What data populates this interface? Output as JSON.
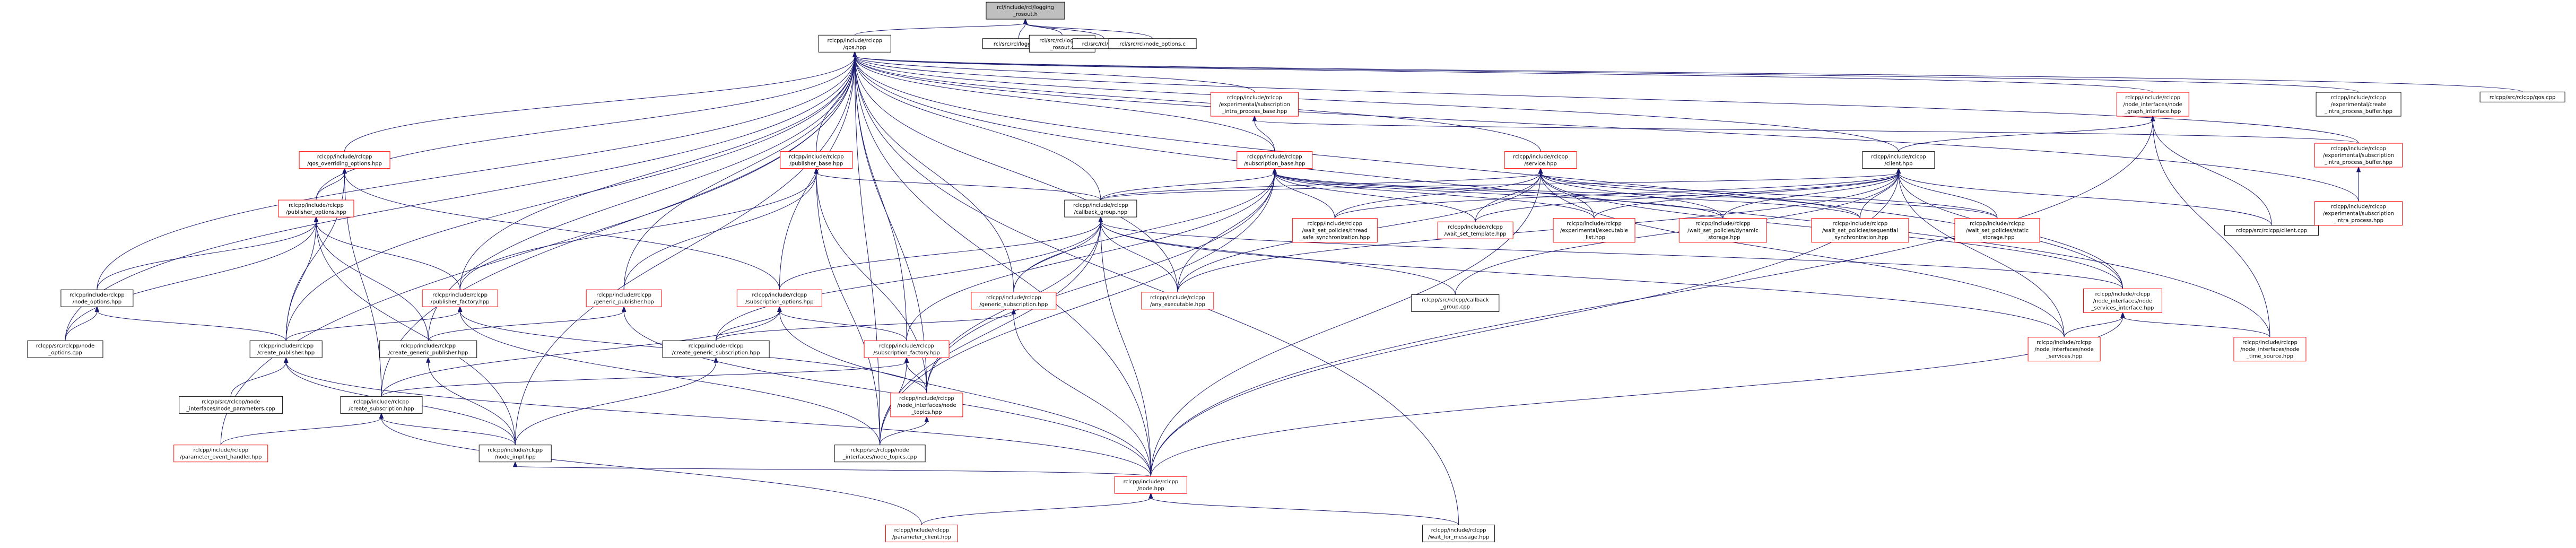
{
  "graph": {
    "palette": {
      "root_fill": "#bfbfbf",
      "root_stroke": "#000000",
      "node_fill": "#ffffff",
      "node_stroke_default": "#000000",
      "node_stroke_highlight": "#ff0000",
      "edge_color": "#191970"
    },
    "nodes": [
      {
        "id": "root",
        "lines": [
          "rcl/include/rcl/logging",
          "_rosout.h"
        ],
        "style": "root"
      },
      {
        "id": "rclcpp_macros",
        "lines": [
          "rclcpp/include/rclcpp",
          "/qos.hpp"
        ],
        "style": "black"
      },
      {
        "id": "rcl_logging_c",
        "lines": [
          "rcl/src/rcl/logging.c"
        ],
        "style": "black"
      },
      {
        "id": "rcl_logging_rosout_c",
        "lines": [
          "rcl/src/rcl/logging",
          "_rosout.c"
        ],
        "style": "black"
      },
      {
        "id": "rcl_node_c",
        "lines": [
          "rcl/src/rcl/node.c"
        ],
        "style": "black"
      },
      {
        "id": "rcl_node_options_c",
        "lines": [
          "rcl/src/rcl/node_options.c"
        ],
        "style": "black"
      },
      {
        "id": "exp_sub_intra_base",
        "lines": [
          "rclcpp/include/rclcpp",
          "/experimental/subscription",
          "_intra_process_base.hpp"
        ],
        "style": "red"
      },
      {
        "id": "ni_graph_interface",
        "lines": [
          "rclcpp/include/rclcpp",
          "/node_interfaces/node",
          "_graph_interface.hpp"
        ],
        "style": "red"
      },
      {
        "id": "exp_create_ipb",
        "lines": [
          "rclcpp/include/rclcpp",
          "/experimental/create",
          "_intra_process_buffer.hpp"
        ],
        "style": "black"
      },
      {
        "id": "qos_cpp",
        "lines": [
          "rclcpp/src/rclcpp/qos.cpp"
        ],
        "style": "black"
      },
      {
        "id": "qos_overriding",
        "lines": [
          "rclcpp/include/rclcpp",
          "/qos_overriding_options.hpp"
        ],
        "style": "red"
      },
      {
        "id": "publisher_base",
        "lines": [
          "rclcpp/include/rclcpp",
          "/publisher_base.hpp"
        ],
        "style": "red"
      },
      {
        "id": "subscription_base",
        "lines": [
          "rclcpp/include/rclcpp",
          "/subscription_base.hpp"
        ],
        "style": "red"
      },
      {
        "id": "service_hpp",
        "lines": [
          "rclcpp/include/rclcpp",
          "/service.hpp"
        ],
        "style": "red"
      },
      {
        "id": "client_hpp",
        "lines": [
          "rclcpp/include/rclcpp",
          "/client.hpp"
        ],
        "style": "black"
      },
      {
        "id": "exp_sub_ipb",
        "lines": [
          "rclcpp/include/rclcpp",
          "/experimental/subscription",
          "_intra_process_buffer.hpp"
        ],
        "style": "red"
      },
      {
        "id": "publisher_options",
        "lines": [
          "rclcpp/include/rclcpp",
          "/publisher_options.hpp"
        ],
        "style": "red"
      },
      {
        "id": "callback_group",
        "lines": [
          "rclcpp/include/rclcpp",
          "/callback_group.hpp"
        ],
        "style": "black"
      },
      {
        "id": "ws_thread_safe",
        "lines": [
          "rclcpp/include/rclcpp",
          "/wait_set_policies/thread",
          "_safe_synchronization.hpp"
        ],
        "style": "red"
      },
      {
        "id": "wait_set_template",
        "lines": [
          "rclcpp/include/rclcpp",
          "/wait_set_template.hpp"
        ],
        "style": "red"
      },
      {
        "id": "exp_executable_list",
        "lines": [
          "rclcpp/include/rclcpp",
          "/experimental/executable",
          "_list.hpp"
        ],
        "style": "red"
      },
      {
        "id": "ws_dynamic_storage",
        "lines": [
          "rclcpp/include/rclcpp",
          "/wait_set_policies/dynamic",
          "_storage.hpp"
        ],
        "style": "red"
      },
      {
        "id": "ws_sequential",
        "lines": [
          "rclcpp/include/rclcpp",
          "/wait_set_policies/sequential",
          "_synchronization.hpp"
        ],
        "style": "red"
      },
      {
        "id": "ws_static_storage",
        "lines": [
          "rclcpp/include/rclcpp",
          "/wait_set_policies/static",
          "_storage.hpp"
        ],
        "style": "red"
      },
      {
        "id": "client_cpp",
        "lines": [
          "rclcpp/src/rclcpp/client.cpp"
        ],
        "style": "black"
      },
      {
        "id": "exp_sub_intra",
        "lines": [
          "rclcpp/include/rclcpp",
          "/experimental/subscription",
          "_intra_process.hpp"
        ],
        "style": "red"
      },
      {
        "id": "node_options",
        "lines": [
          "rclcpp/include/rclcpp",
          "/node_options.hpp"
        ],
        "style": "black"
      },
      {
        "id": "publisher_factory",
        "lines": [
          "rclcpp/include/rclcpp",
          "/publisher_factory.hpp"
        ],
        "style": "red"
      },
      {
        "id": "generic_publisher",
        "lines": [
          "rclcpp/include/rclcpp",
          "/generic_publisher.hpp"
        ],
        "style": "red"
      },
      {
        "id": "subscription_options",
        "lines": [
          "rclcpp/include/rclcpp",
          "/subscription_options.hpp"
        ],
        "style": "red"
      },
      {
        "id": "generic_subscription",
        "lines": [
          "rclcpp/include/rclcpp",
          "/generic_subscription.hpp"
        ],
        "style": "red"
      },
      {
        "id": "any_executable",
        "lines": [
          "rclcpp/include/rclcpp",
          "/any_executable.hpp"
        ],
        "style": "red"
      },
      {
        "id": "callback_group_cpp",
        "lines": [
          "rclcpp/src/rclcpp/callback",
          "_group.cpp"
        ],
        "style": "black"
      },
      {
        "id": "ni_services_interface",
        "lines": [
          "rclcpp/include/rclcpp",
          "/node_interfaces/node",
          "_services_interface.hpp"
        ],
        "style": "red"
      },
      {
        "id": "node_options_cpp",
        "lines": [
          "rclcpp/src/rclcpp/node",
          "_options.cpp"
        ],
        "style": "black"
      },
      {
        "id": "create_publisher",
        "lines": [
          "rclcpp/include/rclcpp",
          "/create_publisher.hpp"
        ],
        "style": "black"
      },
      {
        "id": "create_generic_publisher",
        "lines": [
          "rclcpp/include/rclcpp",
          "/create_generic_publisher.hpp"
        ],
        "style": "black"
      },
      {
        "id": "create_generic_subscription",
        "lines": [
          "rclcpp/include/rclcpp",
          "/create_generic_subscription.hpp"
        ],
        "style": "black"
      },
      {
        "id": "subscription_factory",
        "lines": [
          "rclcpp/include/rclcpp",
          "/subscription_factory.hpp"
        ],
        "style": "red"
      },
      {
        "id": "ni_node_services",
        "lines": [
          "rclcpp/include/rclcpp",
          "/node_interfaces/node",
          "_services.hpp"
        ],
        "style": "red"
      },
      {
        "id": "ni_time_source",
        "lines": [
          "rclcpp/include/rclcpp",
          "/node_interfaces/node",
          "_time_source.hpp"
        ],
        "style": "red"
      },
      {
        "id": "node_params_cpp",
        "lines": [
          "rclcpp/src/rclcpp/node",
          "_interfaces/node_parameters.cpp"
        ],
        "style": "black"
      },
      {
        "id": "create_subscription",
        "lines": [
          "rclcpp/include/rclcpp",
          "/create_subscription.hpp"
        ],
        "style": "black"
      },
      {
        "id": "ni_node_topics",
        "lines": [
          "rclcpp/include/rclcpp",
          "/node_interfaces/node",
          "_topics.hpp"
        ],
        "style": "red"
      },
      {
        "id": "param_event_handler",
        "lines": [
          "rclcpp/include/rclcpp",
          "/parameter_event_handler.hpp"
        ],
        "style": "red"
      },
      {
        "id": "node_impl",
        "lines": [
          "rclcpp/include/rclcpp",
          "/node_impl.hpp"
        ],
        "style": "black"
      },
      {
        "id": "node_topics_cpp",
        "lines": [
          "rclcpp/src/rclcpp/node",
          "_interfaces/node_topics.cpp"
        ],
        "style": "black"
      },
      {
        "id": "node_hpp",
        "lines": [
          "rclcpp/include/rclcpp",
          "/node.hpp"
        ],
        "style": "red"
      },
      {
        "id": "parameter_client",
        "lines": [
          "rclcpp/include/rclcpp",
          "/parameter_client.hpp"
        ],
        "style": "red"
      },
      {
        "id": "wait_for_message",
        "lines": [
          "rclcpp/include/rclcpp",
          "/wait_for_message.hpp"
        ],
        "style": "black"
      }
    ],
    "edges": [
      [
        "root",
        "rclcpp_macros"
      ],
      [
        "root",
        "rcl_logging_c"
      ],
      [
        "root",
        "rcl_logging_rosout_c"
      ],
      [
        "root",
        "rcl_node_c"
      ],
      [
        "root",
        "rcl_node_options_c"
      ],
      [
        "rclcpp_macros",
        "exp_sub_intra_base"
      ],
      [
        "rclcpp_macros",
        "ni_graph_interface"
      ],
      [
        "rclcpp_macros",
        "exp_create_ipb"
      ],
      [
        "rclcpp_macros",
        "qos_cpp"
      ],
      [
        "rclcpp_macros",
        "qos_overriding"
      ],
      [
        "rclcpp_macros",
        "publisher_base"
      ],
      [
        "rclcpp_macros",
        "subscription_base"
      ],
      [
        "rclcpp_macros",
        "service_hpp"
      ],
      [
        "rclcpp_macros",
        "client_hpp"
      ],
      [
        "rclcpp_macros",
        "exp_sub_ipb"
      ],
      [
        "rclcpp_macros",
        "publisher_options"
      ],
      [
        "rclcpp_macros",
        "callback_group"
      ],
      [
        "rclcpp_macros",
        "node_options"
      ],
      [
        "rclcpp_macros",
        "publisher_factory"
      ],
      [
        "rclcpp_macros",
        "generic_publisher"
      ],
      [
        "rclcpp_macros",
        "subscription_options"
      ],
      [
        "rclcpp_macros",
        "generic_subscription"
      ],
      [
        "rclcpp_macros",
        "node_options_cpp"
      ],
      [
        "rclcpp_macros",
        "create_publisher"
      ],
      [
        "rclcpp_macros",
        "create_generic_publisher"
      ],
      [
        "rclcpp_macros",
        "subscription_factory"
      ],
      [
        "rclcpp_macros",
        "create_subscription"
      ],
      [
        "rclcpp_macros",
        "ni_node_topics"
      ],
      [
        "rclcpp_macros",
        "param_event_handler"
      ],
      [
        "rclcpp_macros",
        "node_impl"
      ],
      [
        "rclcpp_macros",
        "node_topics_cpp"
      ],
      [
        "rclcpp_macros",
        "node_hpp"
      ],
      [
        "rclcpp_macros",
        "exp_sub_intra"
      ],
      [
        "rclcpp_macros",
        "ni_time_source"
      ],
      [
        "rclcpp_macros",
        "wait_for_message"
      ],
      [
        "rclcpp_macros",
        "ni_services_interface"
      ],
      [
        "rclcpp_macros",
        "any_executable"
      ],
      [
        "exp_sub_intra_base",
        "subscription_base"
      ],
      [
        "exp_sub_intra_base",
        "exp_sub_ipb"
      ],
      [
        "ni_graph_interface",
        "client_hpp"
      ],
      [
        "ni_graph_interface",
        "ni_time_source"
      ],
      [
        "ni_graph_interface",
        "node_hpp"
      ],
      [
        "ni_graph_interface",
        "client_cpp"
      ],
      [
        "qos_overriding",
        "publisher_options"
      ],
      [
        "qos_overriding",
        "subscription_options"
      ],
      [
        "qos_overriding",
        "create_publisher"
      ],
      [
        "qos_overriding",
        "create_subscription"
      ],
      [
        "publisher_base",
        "callback_group"
      ],
      [
        "publisher_base",
        "publisher_factory"
      ],
      [
        "publisher_base",
        "generic_publisher"
      ],
      [
        "publisher_base",
        "ni_node_topics"
      ],
      [
        "publisher_base",
        "node_topics_cpp"
      ],
      [
        "subscription_base",
        "callback_group"
      ],
      [
        "subscription_base",
        "ws_thread_safe"
      ],
      [
        "subscription_base",
        "wait_set_template"
      ],
      [
        "subscription_base",
        "exp_executable_list"
      ],
      [
        "subscription_base",
        "ws_dynamic_storage"
      ],
      [
        "subscription_base",
        "ws_sequential"
      ],
      [
        "subscription_base",
        "ws_static_storage"
      ],
      [
        "subscription_base",
        "generic_subscription"
      ],
      [
        "subscription_base",
        "any_executable"
      ],
      [
        "subscription_base",
        "subscription_factory"
      ],
      [
        "subscription_base",
        "ni_node_topics"
      ],
      [
        "subscription_base",
        "node_topics_cpp"
      ],
      [
        "service_hpp",
        "callback_group"
      ],
      [
        "service_hpp",
        "ws_thread_safe"
      ],
      [
        "service_hpp",
        "wait_set_template"
      ],
      [
        "service_hpp",
        "exp_executable_list"
      ],
      [
        "service_hpp",
        "ws_dynamic_storage"
      ],
      [
        "service_hpp",
        "ws_sequential"
      ],
      [
        "service_hpp",
        "ws_static_storage"
      ],
      [
        "service_hpp",
        "any_executable"
      ],
      [
        "service_hpp",
        "ni_services_interface"
      ],
      [
        "service_hpp",
        "ni_node_services"
      ],
      [
        "service_hpp",
        "node_hpp"
      ],
      [
        "client_hpp",
        "callback_group"
      ],
      [
        "client_hpp",
        "ws_thread_safe"
      ],
      [
        "client_hpp",
        "wait_set_template"
      ],
      [
        "client_hpp",
        "exp_executable_list"
      ],
      [
        "client_hpp",
        "ws_dynamic_storage"
      ],
      [
        "client_hpp",
        "ws_sequential"
      ],
      [
        "client_hpp",
        "ws_static_storage"
      ],
      [
        "client_hpp",
        "client_cpp"
      ],
      [
        "client_hpp",
        "any_executable"
      ],
      [
        "client_hpp",
        "callback_group_cpp"
      ],
      [
        "client_hpp",
        "ni_services_interface"
      ],
      [
        "client_hpp",
        "ni_node_services"
      ],
      [
        "client_hpp",
        "node_hpp"
      ],
      [
        "exp_sub_ipb",
        "exp_sub_intra"
      ],
      [
        "publisher_options",
        "node_options"
      ],
      [
        "publisher_options",
        "publisher_factory"
      ],
      [
        "publisher_options",
        "create_publisher"
      ],
      [
        "publisher_options",
        "create_generic_publisher"
      ],
      [
        "publisher_options",
        "node_options_cpp"
      ],
      [
        "publisher_options",
        "node_impl"
      ],
      [
        "callback_group",
        "any_executable"
      ],
      [
        "callback_group",
        "callback_group_cpp"
      ],
      [
        "callback_group",
        "subscription_options"
      ],
      [
        "callback_group",
        "generic_subscription"
      ],
      [
        "callback_group",
        "ni_services_interface"
      ],
      [
        "callback_group",
        "ni_node_services"
      ],
      [
        "callback_group",
        "ni_node_topics"
      ],
      [
        "callback_group",
        "node_topics_cpp"
      ],
      [
        "callback_group",
        "node_hpp"
      ],
      [
        "callback_group",
        "create_generic_subscription"
      ],
      [
        "node_options",
        "node_options_cpp"
      ],
      [
        "node_options",
        "create_publisher"
      ],
      [
        "publisher_factory",
        "create_publisher"
      ],
      [
        "publisher_factory",
        "ni_node_topics"
      ],
      [
        "publisher_factory",
        "node_topics_cpp"
      ],
      [
        "generic_publisher",
        "create_generic_publisher"
      ],
      [
        "generic_publisher",
        "node_hpp"
      ],
      [
        "subscription_options",
        "create_generic_subscription"
      ],
      [
        "subscription_options",
        "subscription_factory"
      ],
      [
        "subscription_options",
        "create_subscription"
      ],
      [
        "subscription_options",
        "node_hpp"
      ],
      [
        "generic_subscription",
        "create_generic_subscription"
      ],
      [
        "generic_subscription",
        "node_hpp"
      ],
      [
        "ni_services_interface",
        "ni_node_services"
      ],
      [
        "ni_services_interface",
        "ni_time_source"
      ],
      [
        "ni_services_interface",
        "node_hpp"
      ],
      [
        "create_publisher",
        "node_params_cpp"
      ],
      [
        "create_publisher",
        "node_impl"
      ],
      [
        "create_publisher",
        "node_hpp"
      ],
      [
        "create_generic_publisher",
        "node_impl"
      ],
      [
        "create_generic_subscription",
        "node_impl"
      ],
      [
        "subscription_factory",
        "create_subscription"
      ],
      [
        "subscription_factory",
        "ni_node_topics"
      ],
      [
        "subscription_factory",
        "node_topics_cpp"
      ],
      [
        "create_subscription",
        "param_event_handler"
      ],
      [
        "create_subscription",
        "node_impl"
      ],
      [
        "create_subscription",
        "parameter_client"
      ],
      [
        "ni_node_topics",
        "node_topics_cpp"
      ],
      [
        "node_impl",
        "node_hpp"
      ],
      [
        "node_hpp",
        "parameter_client"
      ],
      [
        "node_hpp",
        "wait_for_message"
      ]
    ]
  }
}
